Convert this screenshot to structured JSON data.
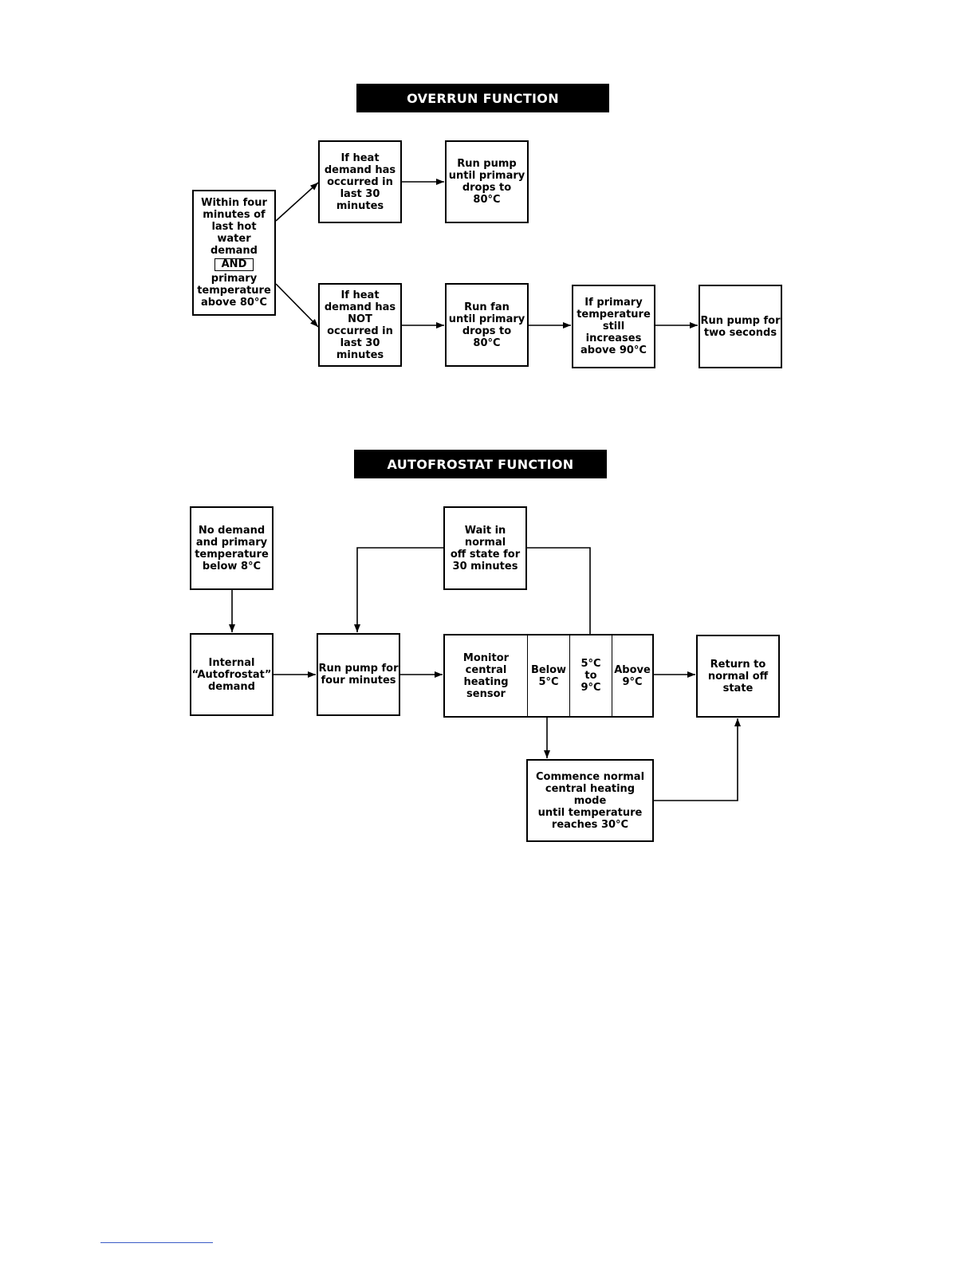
{
  "overrun": {
    "title": "OVERRUN FUNCTION",
    "start": {
      "line1": "Within four",
      "line2": "minutes of",
      "line3": "last hot water",
      "line4": "demand",
      "and": "AND",
      "line5": "primary",
      "line6": "temperature",
      "line7": "above 80°C"
    },
    "heat_yes": {
      "line1": "If heat",
      "line2": "demand has",
      "line3": "occurred in",
      "line4": "last 30",
      "line5": "minutes"
    },
    "pump_run": {
      "line1": "Run pump",
      "line2": "until primary",
      "line3": "drops to",
      "line4": "80°C"
    },
    "heat_no": {
      "line1": "If heat",
      "line2": "demand has",
      "line3": "NOT",
      "line4": "occurred in",
      "line5": "last 30",
      "line6": "minutes"
    },
    "fan_run": {
      "line1": "Run fan",
      "line2": "until primary",
      "line3": "drops to",
      "line4": "80°C"
    },
    "temp_check": {
      "line1": "If primary",
      "line2": "temperature",
      "line3": "still increases",
      "line4": "above 90°C"
    },
    "pump_two": {
      "line1": "Run pump for",
      "line2": "two seconds"
    }
  },
  "autofrostat": {
    "title": "AUTOFROSTAT FUNCTION",
    "no_demand": {
      "line1": "No demand",
      "line2": "and primary",
      "line3": "temperature",
      "line4": "below 8°C"
    },
    "internal": {
      "line1": "Internal",
      "line2": "“Autofrostat”",
      "line3": "demand"
    },
    "pump_four": {
      "line1": "Run pump for",
      "line2": "four minutes"
    },
    "wait": {
      "line1": "Wait in normal",
      "line2": "off state for",
      "line3": "30 minutes"
    },
    "monitor": {
      "line1": "Monitor",
      "line2": "central",
      "line3": "heating",
      "line4": "sensor"
    },
    "below": {
      "line1": "Below",
      "line2": "5°C"
    },
    "mid": {
      "line1": "5°C",
      "line2": "to",
      "line3": "9°C"
    },
    "above": {
      "line1": "Above",
      "line2": "9°C"
    },
    "return": {
      "line1": "Return to",
      "line2": "normal off",
      "line3": "state"
    },
    "commence": {
      "line1": "Commence normal",
      "line2": "central heating mode",
      "line3": "until temperature",
      "line4": "reaches 30°C"
    }
  }
}
